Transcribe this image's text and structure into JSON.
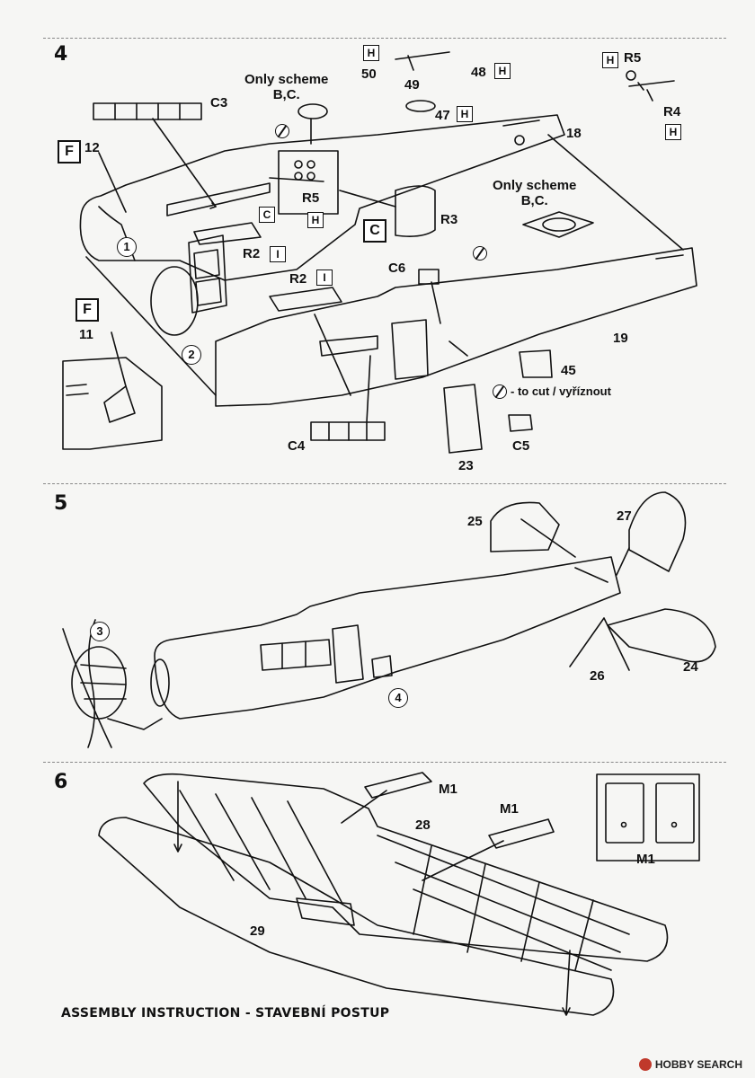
{
  "steps": {
    "s4": "4",
    "s5": "5",
    "s6": "6"
  },
  "step4": {
    "only_scheme_top": "Only scheme\nB,C.",
    "only_scheme_right": "Only scheme\nB,C.",
    "cut_note": "- to cut / vyříznout",
    "labels": {
      "c3": "C3",
      "n12": "12",
      "f_box_a": "F",
      "n50": "50",
      "n49": "49",
      "n48": "48",
      "n47": "47",
      "h_50": "H",
      "h_48": "H",
      "h_47": "H",
      "h_r5": "H",
      "r5_top": "R5",
      "r4": "R4",
      "h_r4": "H",
      "n18": "18",
      "r5_mid": "R5",
      "c_small": "C",
      "h_mid": "H",
      "c_big": "C",
      "r3": "R3",
      "r2_a": "R2",
      "i_a": "I",
      "r2_b": "R2",
      "i_b": "I",
      "c6": "C6",
      "f_box_b": "F",
      "n11": "11",
      "c2": "2",
      "c1": "1",
      "n19": "19",
      "n45": "45",
      "c4": "C4",
      "c5": "C5",
      "n23": "23"
    }
  },
  "step5": {
    "labels": {
      "n25": "25",
      "n27": "27",
      "c3": "3",
      "c4": "4",
      "n26": "26",
      "n24": "24"
    }
  },
  "step6": {
    "labels": {
      "m1_a": "M1",
      "m1_b": "M1",
      "n28": "28",
      "m1_c": "M1",
      "n29": "29"
    }
  },
  "footer": {
    "title": "ASSEMBLY INSTRUCTION - STAVEBNÍ POSTUP",
    "watermark": "HOBBY SEARCH"
  }
}
